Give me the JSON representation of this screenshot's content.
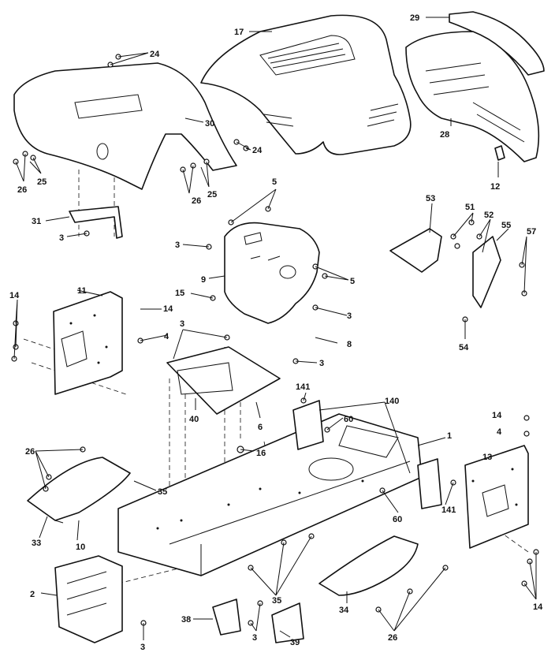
{
  "callouts": {
    "c24a": "24",
    "c17": "17",
    "c29": "29",
    "c30": "30",
    "c24b": "24",
    "c26a": "26",
    "c25a": "25",
    "c26b": "26",
    "c25b": "25",
    "c28": "28",
    "c12": "12",
    "c5a": "5",
    "c53": "53",
    "c51": "51",
    "c52": "52",
    "c55": "55",
    "c57": "57",
    "c31": "31",
    "c3a": "3",
    "c3b": "3",
    "c9": "9",
    "c5b": "5",
    "c11": "11",
    "c14a": "14",
    "c14b": "14",
    "c15": "15",
    "c3c": "3",
    "c54": "54",
    "c4a": "4",
    "c3d": "3",
    "c8": "8",
    "c3e": "3",
    "c141a": "141",
    "c140": "140",
    "c40": "40",
    "c6": "6",
    "c60a": "60",
    "c1": "1",
    "c14c": "14",
    "c4b": "4",
    "c13": "13",
    "c26c": "26",
    "c16": "16",
    "c35a": "35",
    "c60b": "60",
    "c141b": "141",
    "c33": "33",
    "c10": "10",
    "c2": "2",
    "c35b": "35",
    "c14d": "14",
    "c34": "34",
    "c3f": "3",
    "c38": "38",
    "c3g": "3",
    "c39": "39",
    "c26d": "26"
  }
}
